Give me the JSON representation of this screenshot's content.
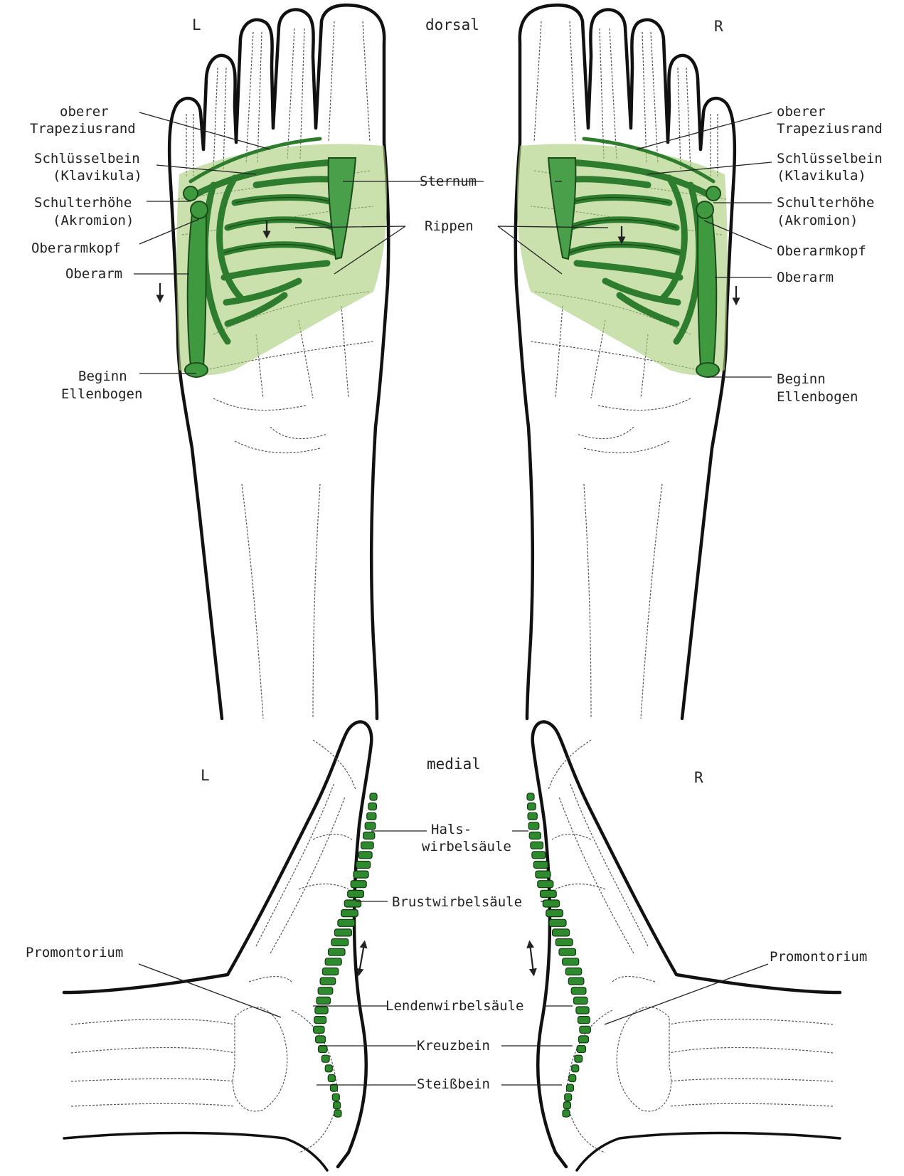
{
  "headings": {
    "dorsal": "dorsal",
    "medial": "medial"
  },
  "sides": {
    "left": "L",
    "right": "R"
  },
  "dorsal_labels": {
    "oberer": "oberer",
    "trapeziusrand": "Trapeziusrand",
    "schluesselbein": "Schlüsselbein",
    "klavikula": "(Klavikula)",
    "schulterhoehe": "Schulterhöhe",
    "akromion": "(Akromion)",
    "oberarmkopf": "Oberarmkopf",
    "oberarm": "Oberarm",
    "beginn": "Beginn",
    "ellenbogen": "Ellenbogen",
    "sternum": "Sternum",
    "rippen": "Rippen"
  },
  "medial_labels": {
    "hals": "Hals-",
    "wirbelsaeule": "wirbelsäule",
    "brustwirbelsaeule": "Brustwirbelsäule",
    "lendenwirbelsaeule": "Lendenwirbelsäule",
    "kreuzbein": "Kreuzbein",
    "steissbein": "Steißbein",
    "promontorium": "Promontorium"
  },
  "colors": {
    "highlight_green": "#2e7d2e",
    "shading_green": "#a9cf7c",
    "outline": "#111111"
  }
}
